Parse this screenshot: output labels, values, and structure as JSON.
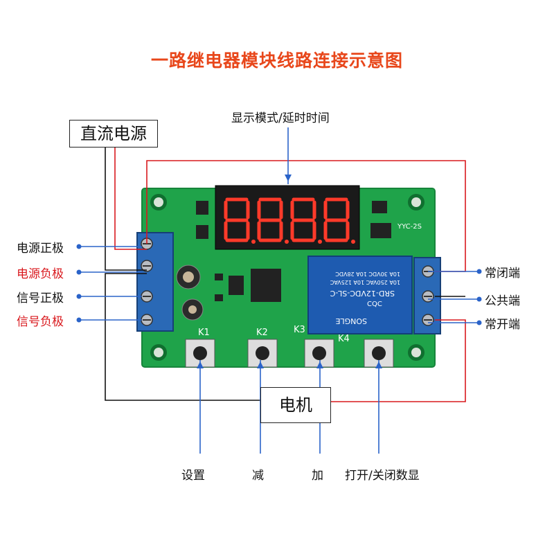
{
  "title": "一路继电器模块线路连接示意图",
  "labels": {
    "display_mode": "显示模式/延时时间",
    "dc_power": "直流电源",
    "power_pos": "电源正极",
    "power_neg": "电源负极",
    "signal_pos": "信号正极",
    "signal_neg": "信号负极",
    "nc": "常闭端",
    "com": "公共端",
    "no": "常开端",
    "motor": "电机",
    "set": "设置",
    "dec": "减",
    "inc": "加",
    "toggle_display": "打开/关闭数显"
  },
  "board": {
    "k1": "K1",
    "k2": "K2",
    "k3": "K3",
    "k4": "K4",
    "yyc": "YYC-2S",
    "relay_model": "SRD-12VDC-SL-C",
    "relay_spec1": "10A 250VAC  10A 125VAC",
    "relay_spec2": "10A 30VDC  10A 28VDC",
    "relay_brand": "SONGLE",
    "relay_cqc": "CQC"
  },
  "colors": {
    "title": "#e8471b",
    "red_wire": "#d9181d",
    "black_wire": "#111111",
    "blue_leader": "#2a63c9",
    "pcb": "#1fa34a",
    "terminal_blue": "#2a69b6",
    "relay_blue": "#1e5bb0"
  }
}
